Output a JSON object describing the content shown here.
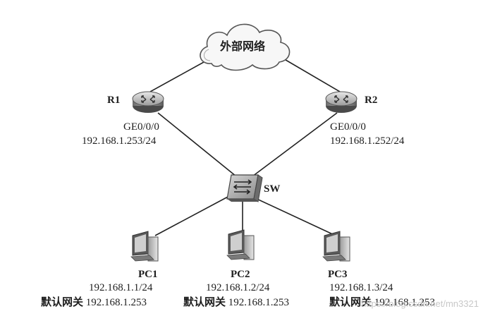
{
  "cloud": {
    "label": "外部网络"
  },
  "r1": {
    "name": "R1",
    "port": "GE0/0/0",
    "ip": "192.168.1.253/24"
  },
  "r2": {
    "name": "R2",
    "port": "GE0/0/0",
    "ip": "192.168.1.252/24"
  },
  "sw": {
    "name": "SW"
  },
  "pcs": [
    {
      "name": "PC1",
      "ip": "192.168.1.1/24",
      "gw_label": "默认网关",
      "gw": "192.168.1.253"
    },
    {
      "name": "PC2",
      "ip": "192.168.1.2/24",
      "gw_label": "默认网关",
      "gw": "192.168.1.253"
    },
    {
      "name": "PC3",
      "ip": "192.168.1.3/24",
      "gw_label": "默认网关",
      "gw": "192.168.1.253"
    }
  ],
  "watermark": "https://blog.csdn.net/mn3321"
}
